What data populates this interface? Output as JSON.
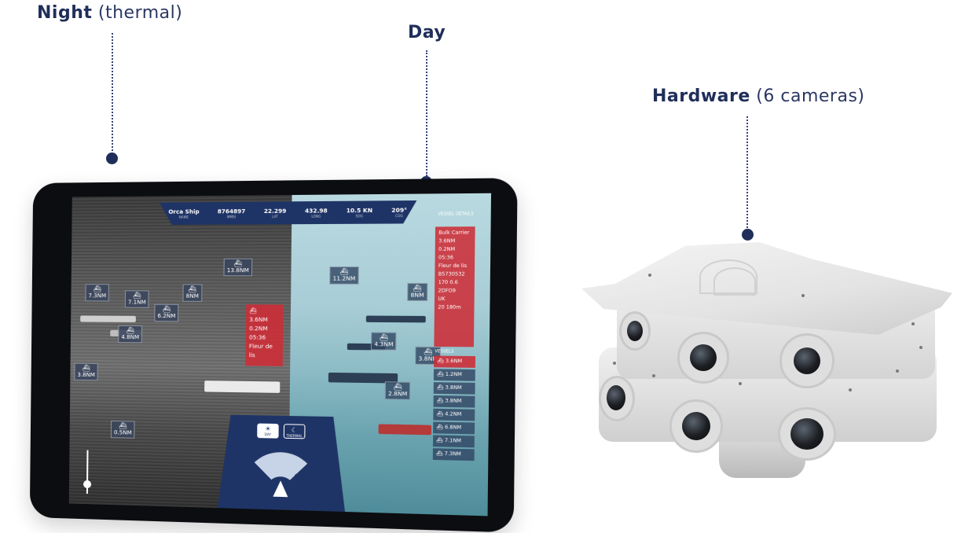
{
  "callouts": {
    "night": {
      "bold": "Night",
      "sub": "(thermal)"
    },
    "day": {
      "bold": "Day"
    },
    "hardware": {
      "bold": "Hardware",
      "sub": "(6 cameras)"
    }
  },
  "tablet": {
    "topbar": [
      {
        "value": "Orca Ship",
        "label": "NAME"
      },
      {
        "value": "8764897",
        "label": "MMSI"
      },
      {
        "value": "22.299",
        "label": "LAT"
      },
      {
        "value": "432.98",
        "label": "LONG"
      },
      {
        "value": "10.5 KN",
        "label": "SOG"
      },
      {
        "value": "209°",
        "label": "COG"
      }
    ],
    "vessel_details_title": "VESSEL DETAILS",
    "night_targets": [
      {
        "text": "13.8NM"
      },
      {
        "text": "7.3NM"
      },
      {
        "text": "7.1NM"
      },
      {
        "text": "8NM"
      },
      {
        "text": "6.2NM"
      },
      {
        "text": "4.8NM"
      },
      {
        "text": "3.8NM"
      },
      {
        "text": "0.5NM"
      }
    ],
    "day_targets": [
      {
        "text": "11.2NM"
      },
      {
        "text": "8NM"
      },
      {
        "text": "4.3NM"
      },
      {
        "text": "3.8NM"
      },
      {
        "text": "2.8NM"
      }
    ],
    "selected_target": [
      "3.6NM",
      "0.2NM",
      "05:36",
      "Fleur de lis"
    ],
    "details": [
      "Bulk Carrier",
      "3.6NM",
      "0.2NM  05:36",
      "Fleur de lis",
      "B5730532",
      "170  0.6",
      "2DFO9",
      "UK",
      "20  180m"
    ],
    "vessels_title": "VESSELS",
    "vessels": [
      "3.6NM",
      "1.2NM",
      "3.8NM",
      "3.8NM",
      "4.2NM",
      "6.8NM",
      "7.1NM",
      "7.3NM"
    ],
    "modes": {
      "day": "DAY",
      "thermal": "THERMAL"
    }
  },
  "colors": {
    "navy": "#1f2e5a",
    "alert_red": "#cd2d37",
    "panel_blue": "#1f3466"
  }
}
